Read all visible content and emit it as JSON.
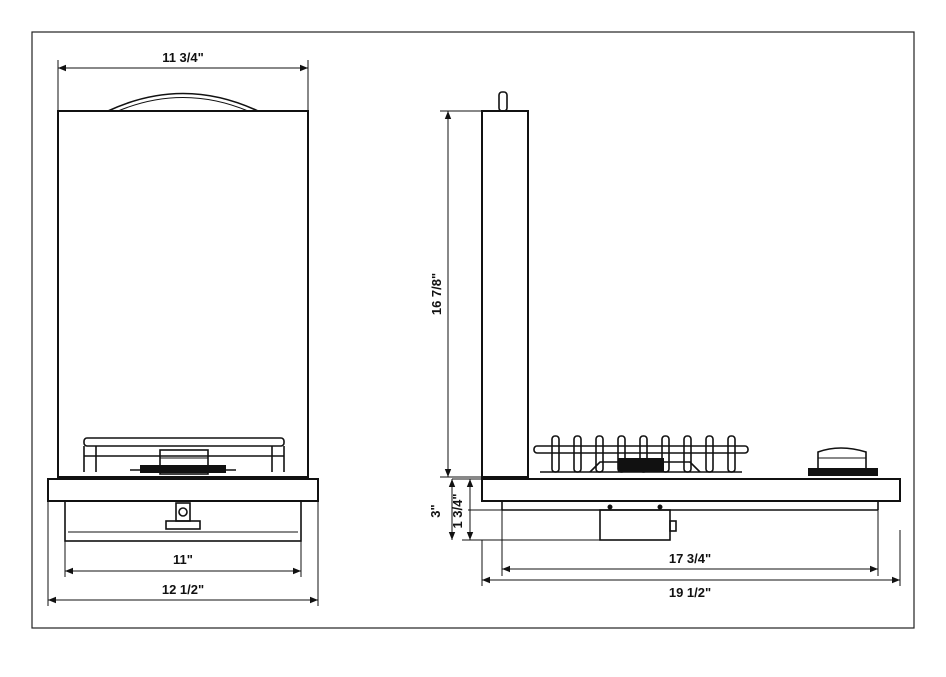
{
  "diagram": {
    "front_view": {
      "top_width": "11 3/4\"",
      "inner_width": "11\"",
      "base_width": "12 1/2\""
    },
    "side_view": {
      "height": "16 7/8\"",
      "total_drop": "3\"",
      "base_drop": "1 3/4\"",
      "inner_depth": "17 3/4\"",
      "total_depth": "19 1/2\""
    }
  }
}
